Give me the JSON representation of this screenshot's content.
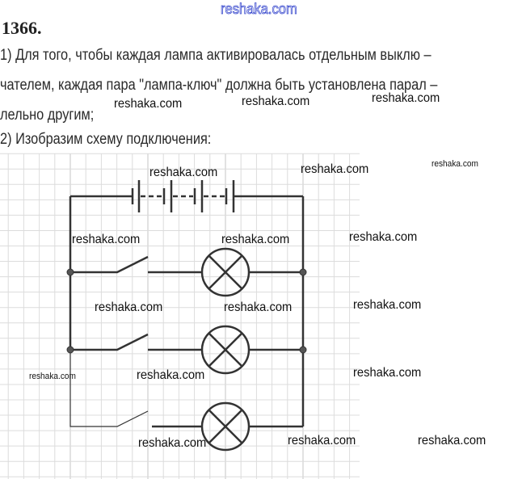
{
  "problem_number": "1366.",
  "text_lines": [
    "1) Для того, чтобы каждая лампа активировалась отдельным выклю –",
    "чателем, каждая пара \"лампа-ключ\" должна быть установлена парал –",
    "лельно другим;",
    "2) Изобразим схему подключения:"
  ],
  "watermark": "reshaka.com",
  "diagram": {
    "components": [
      "battery",
      "switch",
      "lamp",
      "switch",
      "lamp",
      "switch",
      "lamp"
    ],
    "branch_count": 3
  }
}
